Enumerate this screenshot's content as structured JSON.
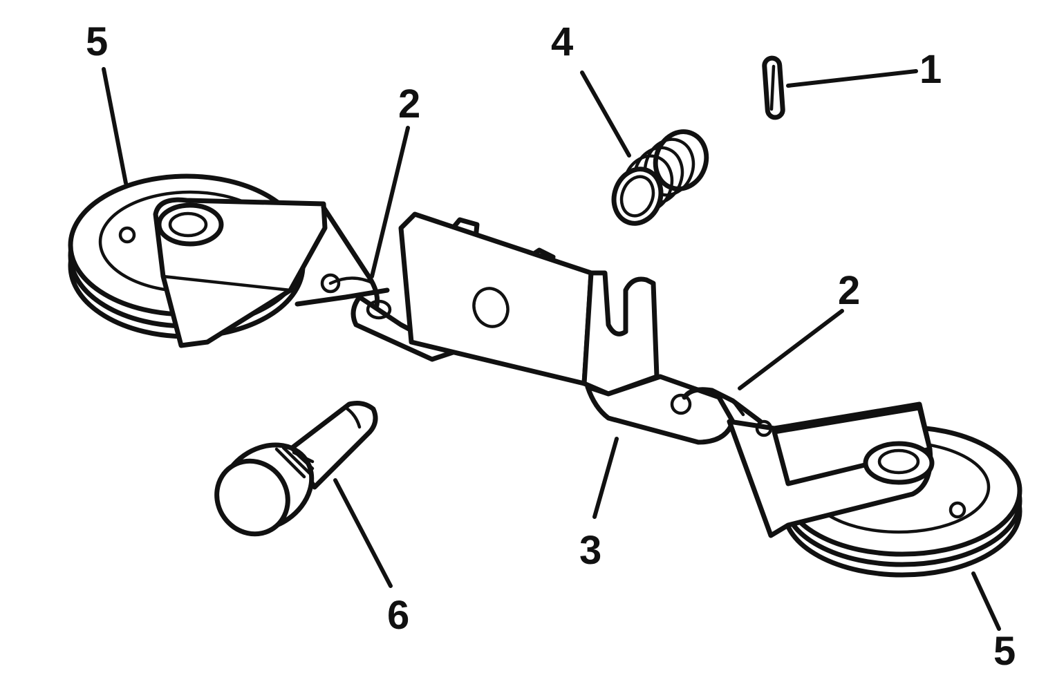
{
  "diagram": {
    "callouts": [
      {
        "id": "pin",
        "label": "1"
      },
      {
        "id": "spring-wire-left",
        "label": "2"
      },
      {
        "id": "spring-wire-right",
        "label": "2"
      },
      {
        "id": "bracket",
        "label": "3"
      },
      {
        "id": "coil-spring",
        "label": "4"
      },
      {
        "id": "pulley-left",
        "label": "5"
      },
      {
        "id": "pulley-right",
        "label": "5"
      },
      {
        "id": "thumb-screw",
        "label": "6"
      }
    ]
  }
}
